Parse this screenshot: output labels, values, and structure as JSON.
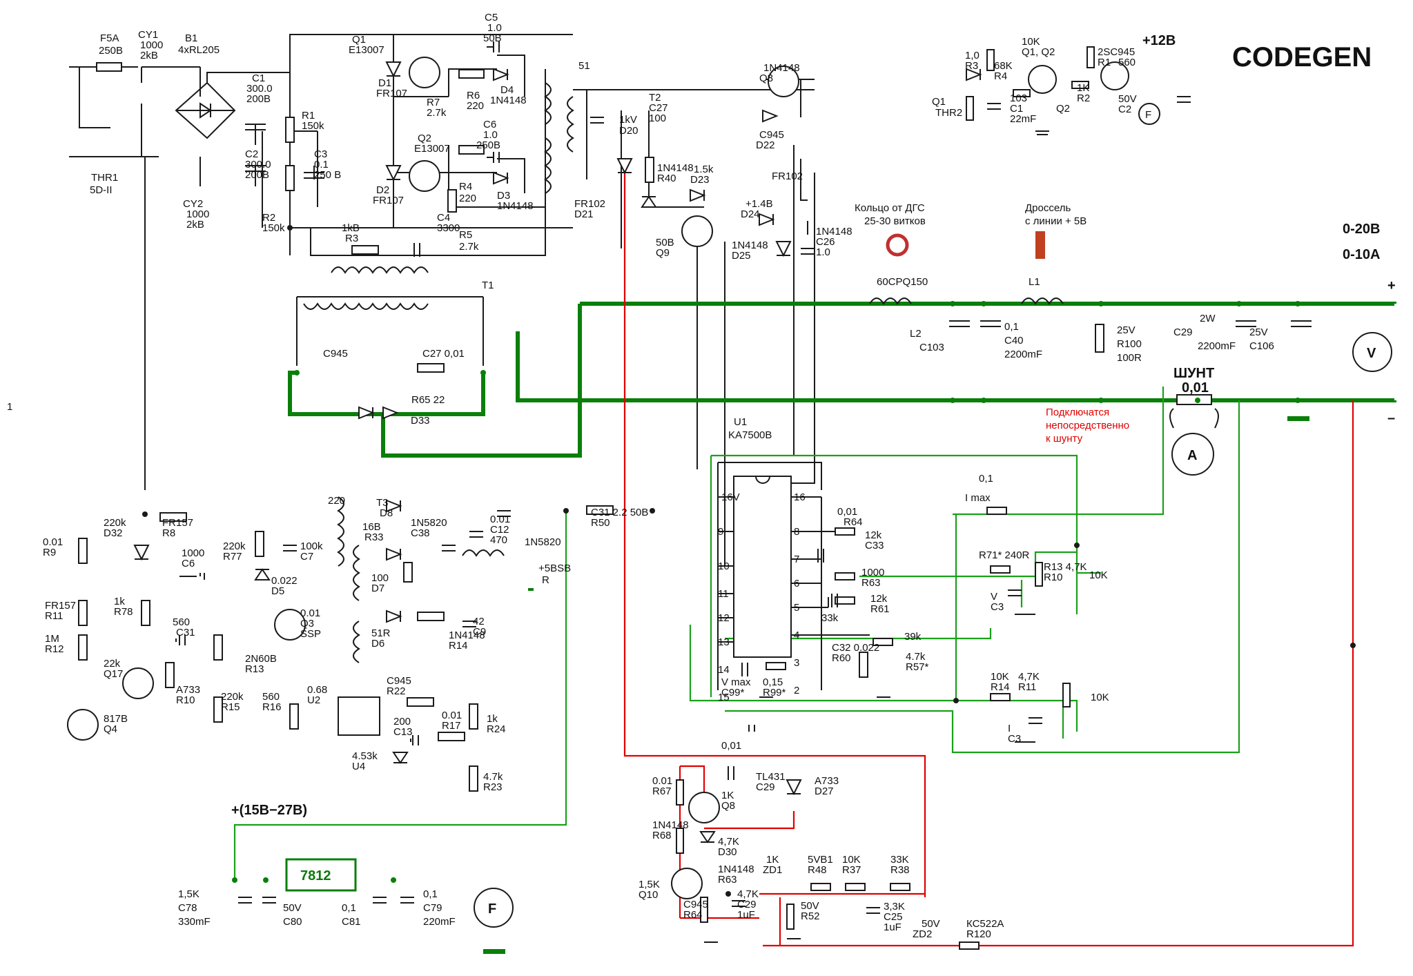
{
  "brand": "CODEGEN",
  "output_voltage": "0-20В",
  "output_current": "0-10A",
  "output_plus": "+",
  "output_minus": "–",
  "fan_plus12": "+12В",
  "fan_input": "+(15В−27В)",
  "reg_label": "7812",
  "note_ring": "Кольцо от ДГС",
  "note_ring2": "25-30 витков",
  "note_choke": "Дроссель",
  "note_choke2": "с линии + 5В",
  "note_shunt1": "Подключатся",
  "note_shunt2": "непосредственно",
  "note_shunt3": "к шунту",
  "shunt_label": "ШУНТ",
  "shunt_value": "0,01",
  "ic_ref": "U1",
  "ic_name": "KA7500B",
  "meter_v": "V",
  "meter_a": "A",
  "meter_f": "F",
  "labels": [
    "F5A",
    "250В",
    "CY1",
    "1000",
    "2kB",
    "B1",
    "4xRL205",
    "C1",
    "300.0",
    "200В",
    "R1",
    "150k",
    "C2",
    "300.0",
    "200В",
    "R2",
    "150k",
    "C3",
    "0.1",
    "250 В",
    "THR1",
    "5D-II",
    "CY2",
    "1000",
    "2kB",
    "Q1",
    "E13007",
    "D1",
    "FR107",
    "R7",
    "2.7k",
    "R6",
    "220",
    "D4",
    "1N4148",
    "C5",
    "1.0",
    "50В",
    "Q2",
    "E13007",
    "D2",
    "FR107",
    "C6",
    "1.0",
    "250В",
    "R4",
    "220",
    "R5",
    "2.7k",
    "D3",
    "1N4148",
    "C4",
    "3300",
    "1kB",
    "R3",
    "51",
    "T1",
    "T2",
    "C27",
    "100",
    "1kV",
    "D20",
    "1N4148",
    "R40",
    "1.5k",
    "D23",
    "FR102",
    "D21",
    "1N4148",
    "Q8",
    "C945",
    "D22",
    "FR102",
    "+1.4В",
    "D24",
    "1N4148",
    "D25",
    "1N4148",
    "C26",
    "1.0",
    "50В",
    "Q9",
    "C945",
    "C27 0,01",
    "R65  22",
    "D33",
    "60CPQ150",
    "L1",
    "L2",
    "C103",
    "0,1",
    "C40",
    "2200mF",
    "25V",
    "R100",
    "100R",
    "2W",
    "C29",
    "2200mF",
    "25V",
    "C106",
    "1,0",
    "R3",
    "68K",
    "R4",
    "10K",
    "Q1, Q2",
    "2SC945",
    "R1",
    "1K",
    "R2",
    "560",
    "Q2",
    "Q1",
    "THR2",
    "103",
    "C1",
    "22mF",
    "50V",
    "C2",
    "0,1",
    "I max",
    "R71*  240R",
    "R13  4,7K",
    "R10",
    "10K",
    "V",
    "C3",
    "0,01",
    "R64",
    "12k",
    "C33",
    "1000",
    "R63",
    "12k",
    "R61",
    "33k",
    "C32  0.022",
    "R60",
    "4.7k",
    "R57*",
    "39k",
    "V max",
    "C99*",
    "0,15",
    "R99*",
    "10K",
    "R14",
    "4,7K",
    "R11",
    "10K",
    "I",
    "C3",
    "0,01",
    "C31  2.2  50В",
    "R50",
    "220",
    "T3",
    "D8",
    "1N5820",
    "C38",
    "0.01",
    "C12",
    "470",
    "16В",
    "R33",
    "100",
    "D7",
    "1N5820",
    "+5BSB",
    "R",
    "51R",
    "D6",
    "1N4148",
    "R14",
    "42",
    "C9",
    "0.01",
    "R9",
    "220k",
    "D32",
    "FR157",
    "R8",
    "220k",
    "R77",
    "100k",
    "C7",
    "1000",
    "C6",
    "0.022",
    "D5",
    "FR157",
    "R11",
    "1k",
    "R78",
    "1M",
    "R12",
    "560",
    "C31",
    "0.01",
    "Q3",
    "SSP",
    "2N60B",
    "R13",
    "22k",
    "Q17",
    "A733",
    "R10",
    "220k",
    "R15",
    "560",
    "R16",
    "0.68",
    "U2",
    "817B",
    "Q4",
    "C945",
    "R22",
    "200",
    "C13",
    "0.01",
    "R17",
    "1k",
    "R24",
    "4.7k",
    "R23",
    "4.53k",
    "U4",
    "TL431",
    "C29",
    "0.01",
    "R67",
    "1K",
    "Q8",
    "A733",
    "D27",
    "1N4148",
    "R68",
    "4,7K",
    "D30",
    "1N4148",
    "R63",
    "1K",
    "ZD1",
    "5VB1",
    "R48",
    "10K",
    "R37",
    "33K",
    "R38",
    "1,5K",
    "Q10",
    "C945",
    "R64",
    "4,7K",
    "C29",
    "1uF",
    "50V",
    "R52",
    "3,3K",
    "C25",
    "1uF",
    "50V",
    "ZD2",
    "КС522А",
    "R120",
    "1,5K",
    "C78",
    "330mF",
    "50V",
    "C80",
    "0,1",
    "C81",
    "0,1",
    "C79",
    "220mF",
    "16V",
    "9",
    "10",
    "11",
    "12",
    "13",
    "14",
    "15",
    "16",
    "8",
    "7",
    "6",
    "5",
    "4",
    "3",
    "2",
    "1"
  ]
}
